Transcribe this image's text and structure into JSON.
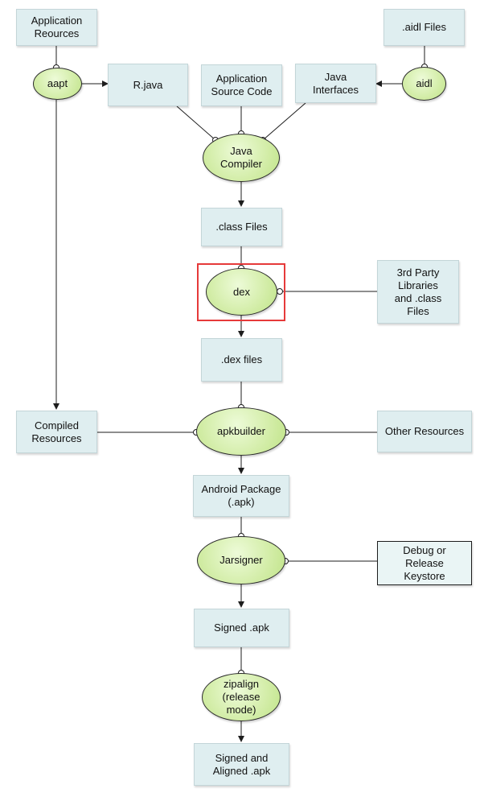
{
  "diagram": {
    "nodes": {
      "application_resources": "Application\nReources",
      "aapt": "aapt",
      "r_java": "R.java",
      "application_source_code": "Application\nSource Code",
      "java_interfaces": "Java\nInterfaces",
      "aidl_files": ".aidl Files",
      "aidl": "aidl",
      "java_compiler": "Java\nCompiler",
      "class_files": ".class Files",
      "dex": "dex",
      "third_party": "3rd Party\nLibraries\nand .class\nFiles",
      "dex_files": ".dex files",
      "compiled_resources": "Compiled\nResources",
      "apkbuilder": "apkbuilder",
      "other_resources": "Other Resources",
      "android_package": "Android Package\n(.apk)",
      "jarsigner": "Jarsigner",
      "keystore": "Debug or\nRelease\nKeystore",
      "signed_apk": "Signed .apk",
      "zipalign": "zipalign\n(release\nmode)",
      "signed_aligned_apk": "Signed and\nAligned .apk"
    }
  },
  "colors": {
    "box_fill": "#dfeef0",
    "ellipse_fill": "#d3eda8",
    "highlight": "#e63a3a",
    "stroke": "#1d1d1d"
  }
}
